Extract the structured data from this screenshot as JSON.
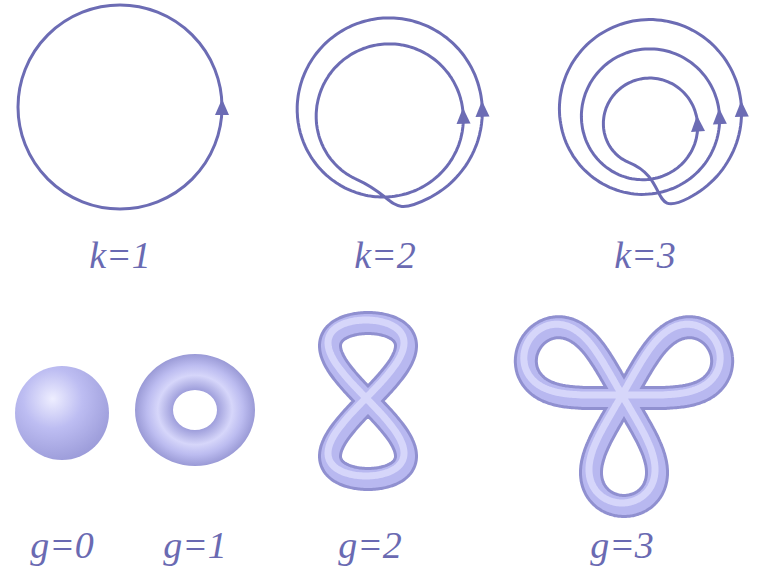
{
  "diagram": {
    "labels": [
      "k=1",
      "k=2",
      "k=3",
      "g=0",
      "g=1",
      "g=2",
      "g=3"
    ]
  }
}
